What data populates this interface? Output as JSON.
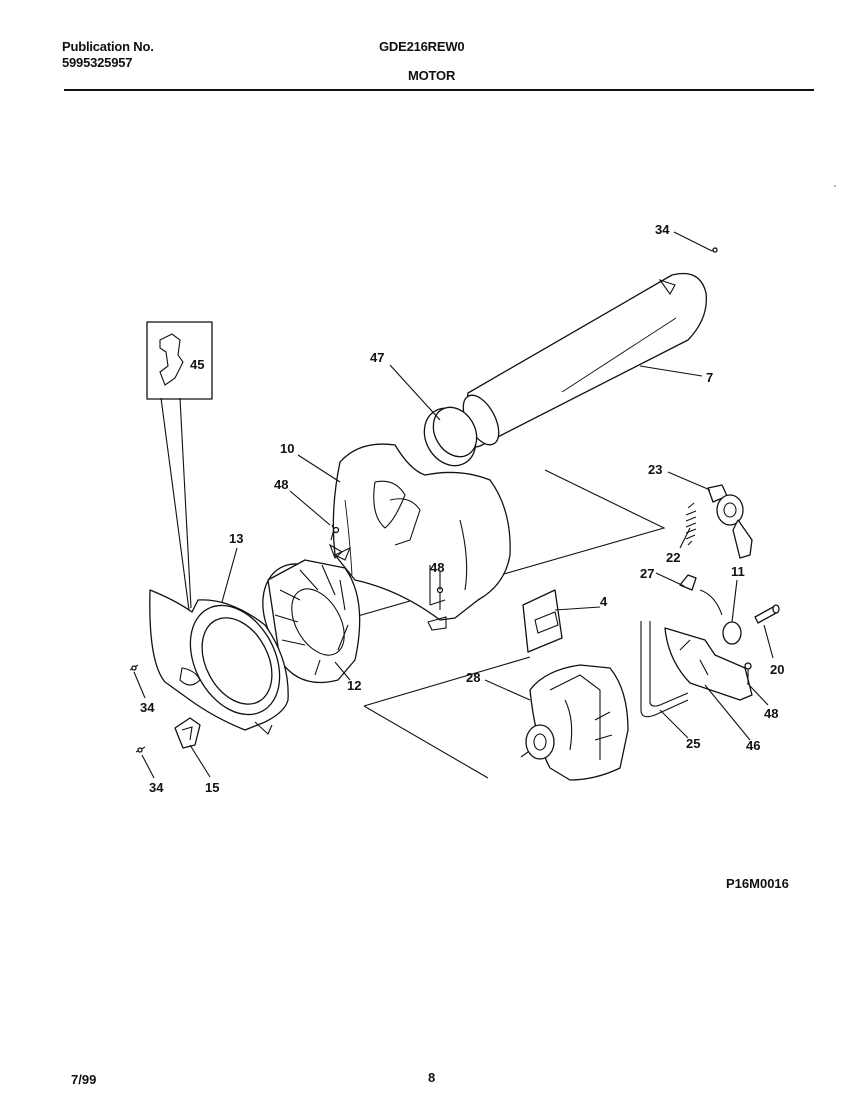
{
  "header": {
    "publication_label": "Publication No.",
    "publication_number": "5995325957",
    "model": "GDE216REW0",
    "section": "MOTOR"
  },
  "parts": [
    {
      "id": "p34a",
      "label": "34"
    },
    {
      "id": "p7",
      "label": "7"
    },
    {
      "id": "p47",
      "label": "47"
    },
    {
      "id": "p45",
      "label": "45"
    },
    {
      "id": "p10",
      "label": "10"
    },
    {
      "id": "p48a",
      "label": "48"
    },
    {
      "id": "p23",
      "label": "23"
    },
    {
      "id": "p22",
      "label": "22"
    },
    {
      "id": "p13",
      "label": "13"
    },
    {
      "id": "p48b",
      "label": "48"
    },
    {
      "id": "p27",
      "label": "27"
    },
    {
      "id": "p11",
      "label": "11"
    },
    {
      "id": "p4",
      "label": "4"
    },
    {
      "id": "p20",
      "label": "20"
    },
    {
      "id": "p12",
      "label": "12"
    },
    {
      "id": "p28",
      "label": "28"
    },
    {
      "id": "p48c",
      "label": "48"
    },
    {
      "id": "p34b",
      "label": "34"
    },
    {
      "id": "p25",
      "label": "25"
    },
    {
      "id": "p46",
      "label": "46"
    },
    {
      "id": "p34c",
      "label": "34"
    },
    {
      "id": "p15",
      "label": "15"
    }
  ],
  "diagram_code": "P16M0016",
  "footer": {
    "date": "7/99",
    "page": "8"
  }
}
